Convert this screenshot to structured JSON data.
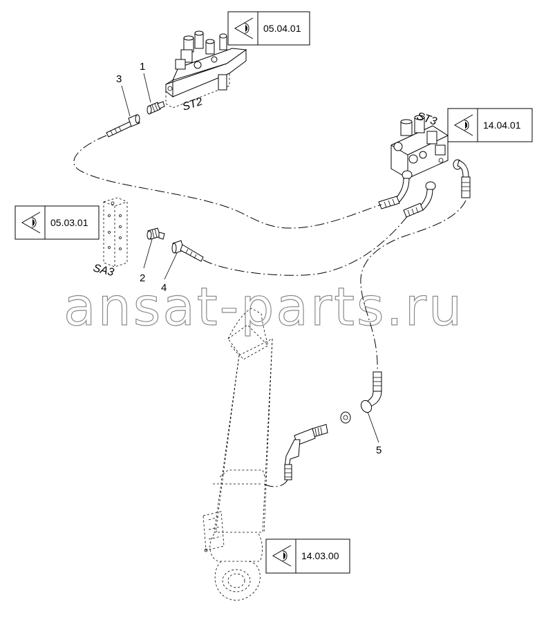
{
  "watermark": "ansat-parts.ru",
  "callouts": [
    {
      "id": "1",
      "label": "1"
    },
    {
      "id": "2",
      "label": "2"
    },
    {
      "id": "3",
      "label": "3"
    },
    {
      "id": "4",
      "label": "4"
    },
    {
      "id": "5",
      "label": "5"
    }
  ],
  "components": {
    "st2": "ST2",
    "st3": "ST3",
    "sa3": "SA3"
  },
  "view_refs": [
    {
      "id": "ref-top",
      "label": "05.04.01",
      "icon": "eye-icon"
    },
    {
      "id": "ref-right",
      "label": "14.04.01",
      "icon": "eye-icon"
    },
    {
      "id": "ref-left",
      "label": "05.03.01",
      "icon": "eye-icon"
    },
    {
      "id": "ref-bottom",
      "label": "14.03.00",
      "icon": "eye-icon"
    }
  ]
}
